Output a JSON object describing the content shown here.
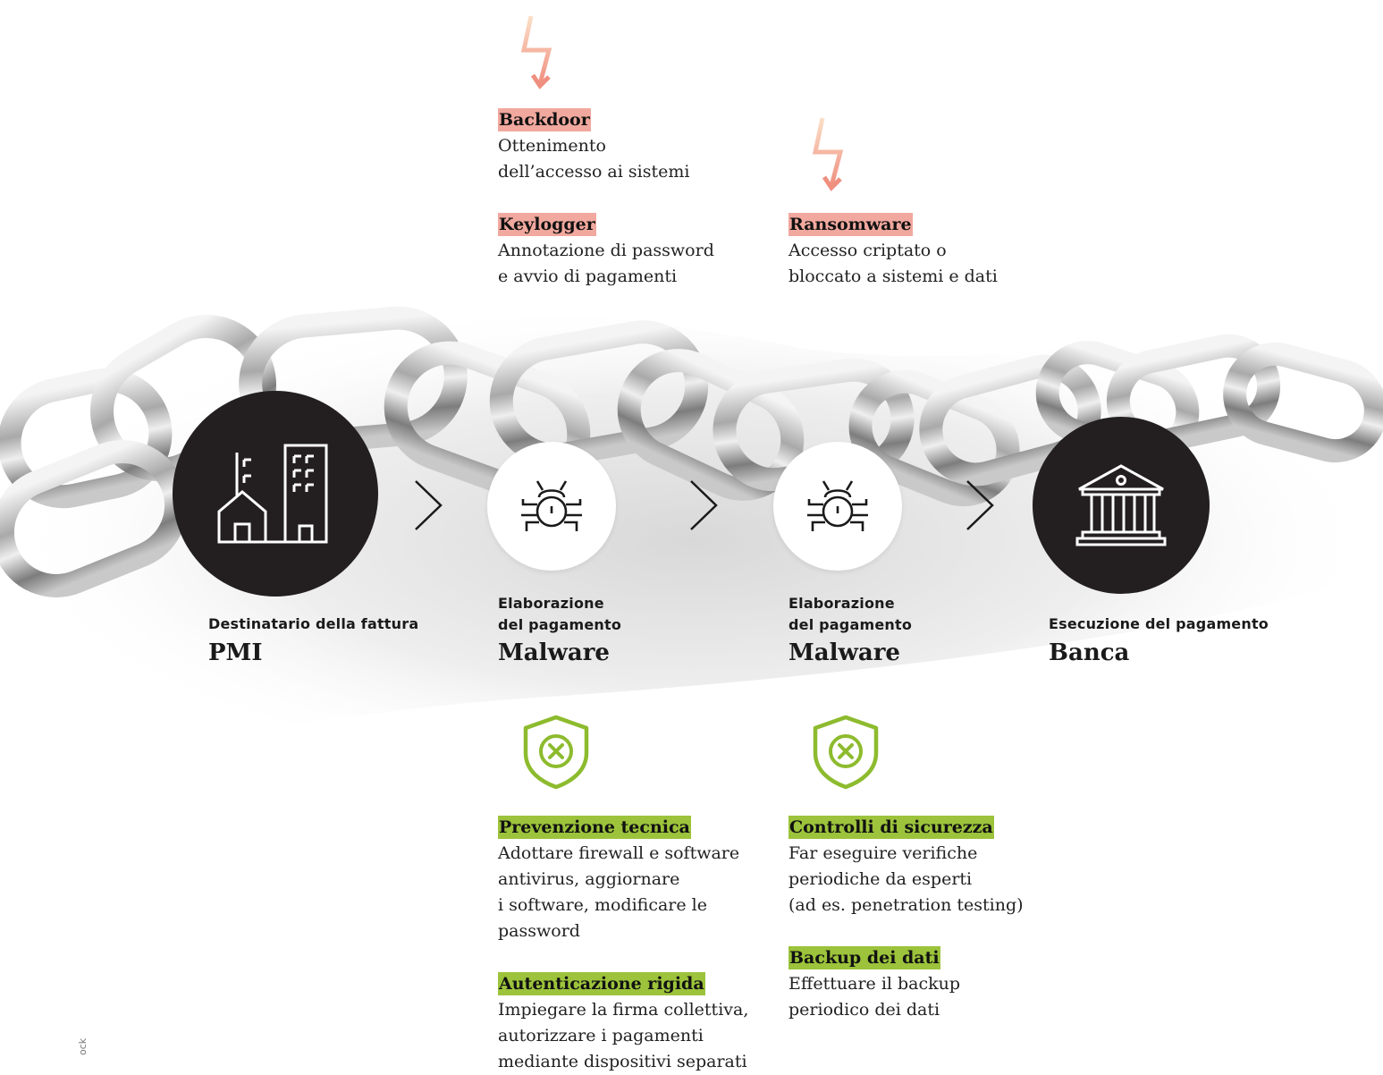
{
  "threats": [
    {
      "title": "Backdoor",
      "desc": "Ottenimento\ndell’accesso ai sistemi"
    },
    {
      "title": "Keylogger",
      "desc": "Annotazione di password\ne avvio di pagamenti"
    },
    {
      "title": "Ransomware",
      "desc": "Accesso criptato o\nbloccato a sistemi e dati"
    }
  ],
  "nodes": [
    {
      "sublabel": "Destinatario della fattura",
      "label": "PMI",
      "icon": "buildings-icon"
    },
    {
      "sublabel": "Elaborazione\ndel pagamento",
      "label": "Malware",
      "icon": "bug-icon"
    },
    {
      "sublabel": "Elaborazione\ndel pagamento",
      "label": "Malware",
      "icon": "bug-icon"
    },
    {
      "sublabel": "Esecuzione del pagamento",
      "label": "Banca",
      "icon": "bank-icon"
    }
  ],
  "protections": [
    {
      "title": "Prevenzione tecnica",
      "desc": "Adottare firewall e software\nantivirus, aggiornare\ni software, modificare le\npassword"
    },
    {
      "title": "Autenticazione rigida",
      "desc": "Impiegare la firma collettiva,\nautorizzare i pagamenti\nmediante dispositivi separati"
    },
    {
      "title": "Controlli di sicurezza",
      "desc": "Far eseguire verifiche\nperiodiche da esperti\n(ad es. penetration testing)"
    },
    {
      "title": "Backup dei dati",
      "desc": "Effettuare il backup\nperiodico dei dati"
    }
  ],
  "credit": "ock",
  "colors": {
    "threat": "#f1a89e",
    "protect": "#9cc33b",
    "shield": "#8dbb2e",
    "bolt": "#ef8f7f",
    "dark": "#231f20"
  }
}
